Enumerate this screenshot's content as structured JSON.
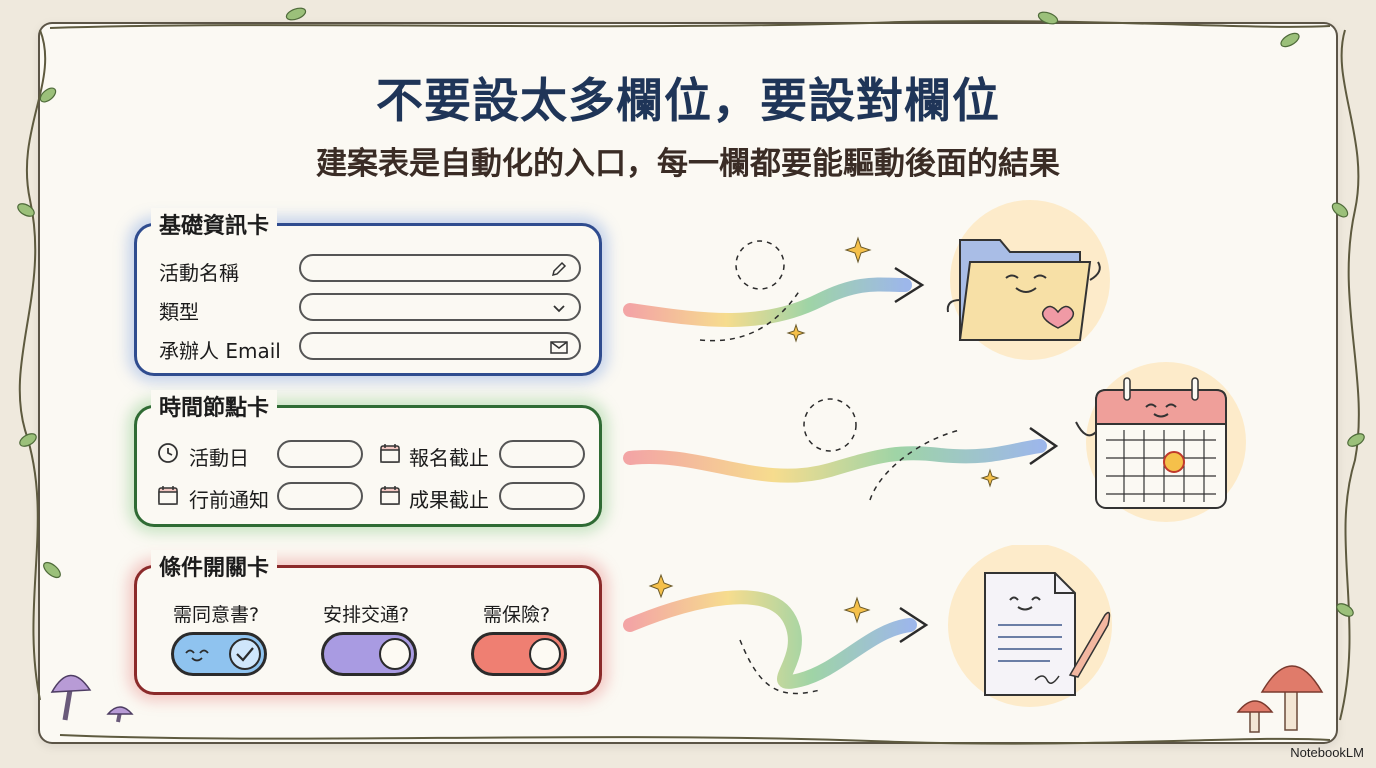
{
  "title": "不要設太多欄位，要設對欄位",
  "subtitle": "建案表是自動化的入口，每一欄都要能驅動後面的結果",
  "cards": {
    "basic": {
      "title": "基礎資訊卡",
      "fields": [
        {
          "label": "活動名稱",
          "icon": "pencil-icon"
        },
        {
          "label": "類型",
          "icon": "chevron-down-icon"
        },
        {
          "label": "承辦人 Email",
          "icon": "envelope-icon"
        }
      ]
    },
    "time": {
      "title": "時間節點卡",
      "fields": [
        {
          "label": "活動日",
          "icon": "clock-icon"
        },
        {
          "label": "報名截止",
          "icon": "calendar-icon"
        },
        {
          "label": "行前通知",
          "icon": "calendar-icon"
        },
        {
          "label": "成果截止",
          "icon": "calendar-icon"
        }
      ]
    },
    "conditions": {
      "title": "條件開關卡",
      "toggles": [
        {
          "label": "需同意書?",
          "color": "#8fc3ef"
        },
        {
          "label": "安排交通?",
          "color": "#a99be2"
        },
        {
          "label": "需保險?",
          "color": "#ef7f72"
        }
      ]
    }
  },
  "illustrations": [
    "folder-icon",
    "calendar-icon",
    "document-icon"
  ],
  "colors": {
    "title": "#1f3558",
    "blue": "#2f4c8f",
    "green": "#2f6b34",
    "red": "#8b2a2a"
  },
  "brand": "NotebookLM"
}
